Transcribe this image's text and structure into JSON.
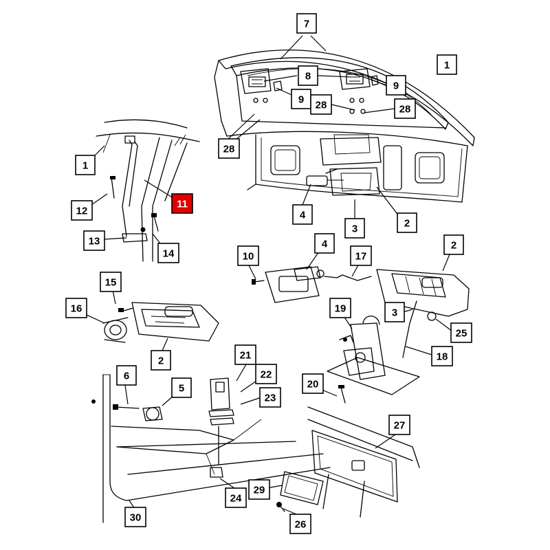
{
  "callouts": [
    {
      "id": "c7a",
      "label": "7",
      "highlight": false
    },
    {
      "id": "c1a",
      "label": "1",
      "highlight": false
    },
    {
      "id": "c8",
      "label": "8",
      "highlight": false
    },
    {
      "id": "c9a",
      "label": "9",
      "highlight": false
    },
    {
      "id": "c9b",
      "label": "9",
      "highlight": false
    },
    {
      "id": "c28a",
      "label": "28",
      "highlight": false
    },
    {
      "id": "c28b",
      "label": "28",
      "highlight": false
    },
    {
      "id": "c28c",
      "label": "28",
      "highlight": false
    },
    {
      "id": "c1b",
      "label": "1",
      "highlight": false
    },
    {
      "id": "c11",
      "label": "11",
      "highlight": true
    },
    {
      "id": "c12",
      "label": "12",
      "highlight": false
    },
    {
      "id": "c13",
      "label": "13",
      "highlight": false
    },
    {
      "id": "c14",
      "label": "14",
      "highlight": false
    },
    {
      "id": "c4a",
      "label": "4",
      "highlight": false
    },
    {
      "id": "c3a",
      "label": "3",
      "highlight": false
    },
    {
      "id": "c2a",
      "label": "2",
      "highlight": false
    },
    {
      "id": "c10",
      "label": "10",
      "highlight": false
    },
    {
      "id": "c4b",
      "label": "4",
      "highlight": false
    },
    {
      "id": "c17",
      "label": "17",
      "highlight": false
    },
    {
      "id": "c2b",
      "label": "2",
      "highlight": false
    },
    {
      "id": "c15",
      "label": "15",
      "highlight": false
    },
    {
      "id": "c16",
      "label": "16",
      "highlight": false
    },
    {
      "id": "c2c",
      "label": "2",
      "highlight": false
    },
    {
      "id": "c19",
      "label": "19",
      "highlight": false
    },
    {
      "id": "c3b",
      "label": "3",
      "highlight": false
    },
    {
      "id": "c25",
      "label": "25",
      "highlight": false
    },
    {
      "id": "c18",
      "label": "18",
      "highlight": false
    },
    {
      "id": "c21",
      "label": "21",
      "highlight": false
    },
    {
      "id": "c22",
      "label": "22",
      "highlight": false
    },
    {
      "id": "c23",
      "label": "23",
      "highlight": false
    },
    {
      "id": "c6",
      "label": "6",
      "highlight": false
    },
    {
      "id": "c5",
      "label": "5",
      "highlight": false
    },
    {
      "id": "c20",
      "label": "20",
      "highlight": false
    },
    {
      "id": "c27",
      "label": "27",
      "highlight": false
    },
    {
      "id": "c29",
      "label": "29",
      "highlight": false
    },
    {
      "id": "c24",
      "label": "24",
      "highlight": false
    },
    {
      "id": "c30",
      "label": "30",
      "highlight": false
    },
    {
      "id": "c26",
      "label": "26",
      "highlight": false
    }
  ],
  "colors": {
    "highlight": "#e00000",
    "line": "#000000",
    "background": "#ffffff"
  }
}
